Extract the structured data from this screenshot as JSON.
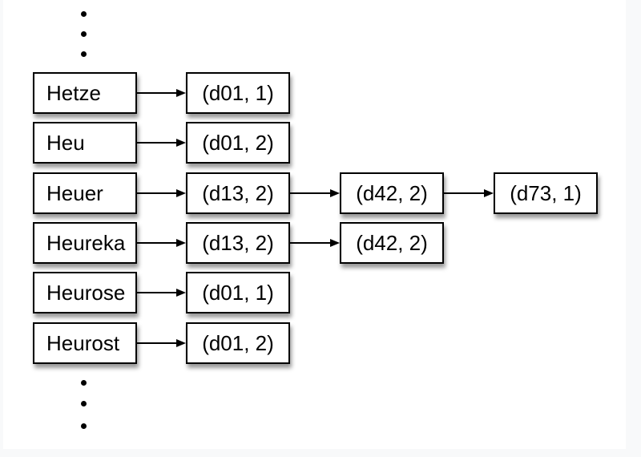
{
  "page": {
    "background_color": "#f8f9fa",
    "slide_background_color": "#ffffff"
  },
  "diagram": {
    "description": "Inverted index: dictionary terms pointing to linked postings lists of (docID, frequency) pairs",
    "ink_color": "#000000",
    "box_fill_color": "#ffffff",
    "box_border_color": "#000000",
    "ellipsis_top_dots": 3,
    "ellipsis_bottom_dots": 3,
    "rows": [
      {
        "term": "Hetze",
        "postings": [
          "(d01, 1)"
        ]
      },
      {
        "term": "Heu",
        "postings": [
          "(d01, 2)"
        ]
      },
      {
        "term": "Heuer",
        "postings": [
          "(d13, 2)",
          "(d42, 2)",
          "(d73, 1)"
        ]
      },
      {
        "term": "Heureka",
        "postings": [
          "(d13, 2)",
          "(d42, 2)"
        ]
      },
      {
        "term": "Heurose",
        "postings": [
          "(d01, 1)"
        ]
      },
      {
        "term": "Heurost",
        "postings": [
          "(d01, 2)"
        ]
      }
    ]
  }
}
